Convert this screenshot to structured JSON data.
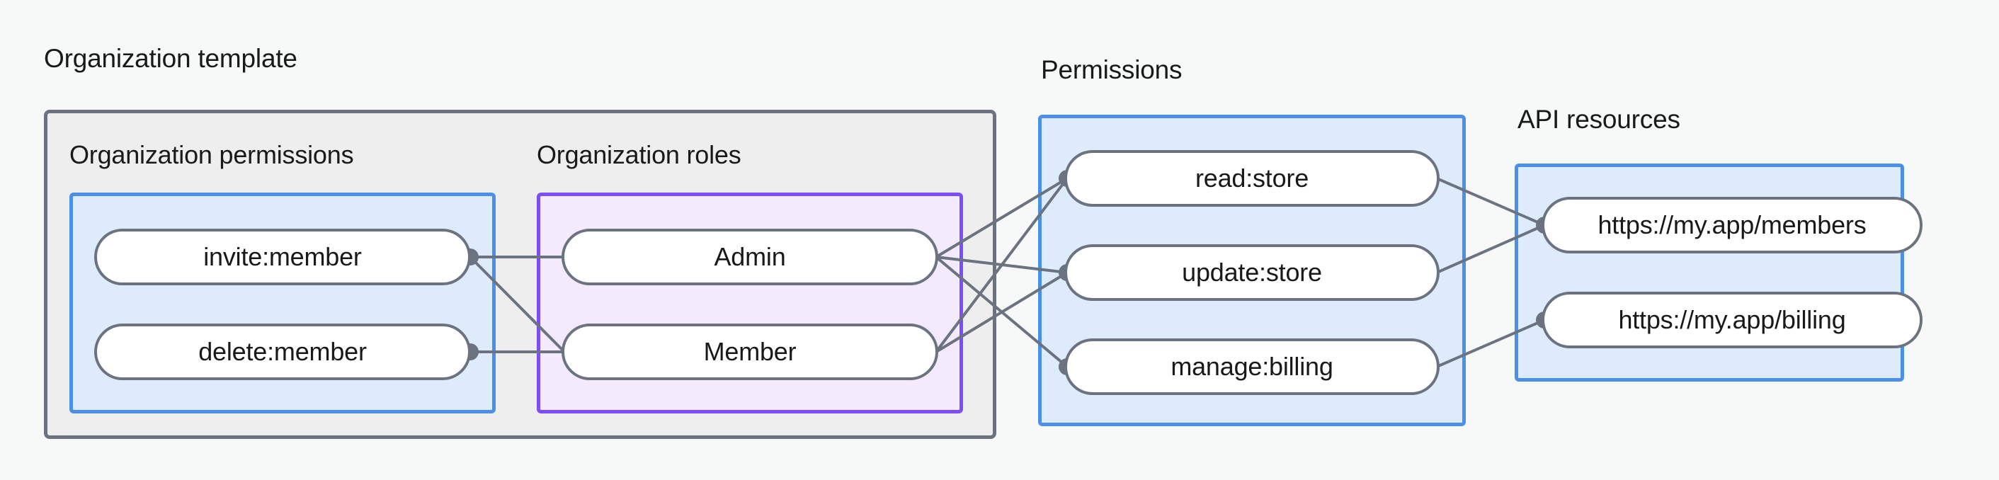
{
  "diagram": {
    "title_groups": [
      {
        "id": "organization-template",
        "label": "Organization template"
      },
      {
        "id": "permissions",
        "label": "Permissions"
      },
      {
        "id": "api-resources",
        "label": "API resources"
      }
    ],
    "subgroups": [
      {
        "id": "organization-permissions",
        "label": "Organization permissions"
      },
      {
        "id": "organization-roles",
        "label": "Organization roles"
      }
    ],
    "nodes": {
      "organization_permissions": [
        {
          "id": "invite-member",
          "label": "invite:member"
        },
        {
          "id": "delete-member",
          "label": "delete:member"
        }
      ],
      "organization_roles": [
        {
          "id": "admin",
          "label": "Admin"
        },
        {
          "id": "member",
          "label": "Member"
        }
      ],
      "permissions": [
        {
          "id": "read-store",
          "label": "read:store"
        },
        {
          "id": "update-store",
          "label": "update:store"
        },
        {
          "id": "manage-billing",
          "label": "manage:billing"
        }
      ],
      "api_resources": [
        {
          "id": "my-app-members",
          "label": "https://my.app/members"
        },
        {
          "id": "my-app-billing",
          "label": "https://my.app/billing"
        }
      ]
    },
    "edges": [
      {
        "from": "invite-member",
        "to": "admin"
      },
      {
        "from": "invite-member",
        "to": "member"
      },
      {
        "from": "delete-member",
        "to": "member"
      },
      {
        "from": "admin",
        "to": "read-store"
      },
      {
        "from": "admin",
        "to": "update-store"
      },
      {
        "from": "admin",
        "to": "manage-billing"
      },
      {
        "from": "member",
        "to": "read-store"
      },
      {
        "from": "member",
        "to": "update-store"
      },
      {
        "from": "read-store",
        "to": "my-app-members"
      },
      {
        "from": "update-store",
        "to": "my-app-members"
      },
      {
        "from": "manage-billing",
        "to": "my-app-billing"
      }
    ],
    "colors": {
      "page_background": "#f7f8f8",
      "outer_group_fill": "#eeeeee",
      "outer_group_border": "#6b7280",
      "blue_group_fill": "#ddebfb",
      "blue_group_border": "#4a90e8",
      "purple_group_fill": "#f3ebfb",
      "purple_group_border": "#7c4dfb",
      "node_fill": "#ffffff",
      "node_border": "#6b7280",
      "edge_stroke": "#6b7280",
      "text": "#18191b"
    }
  }
}
